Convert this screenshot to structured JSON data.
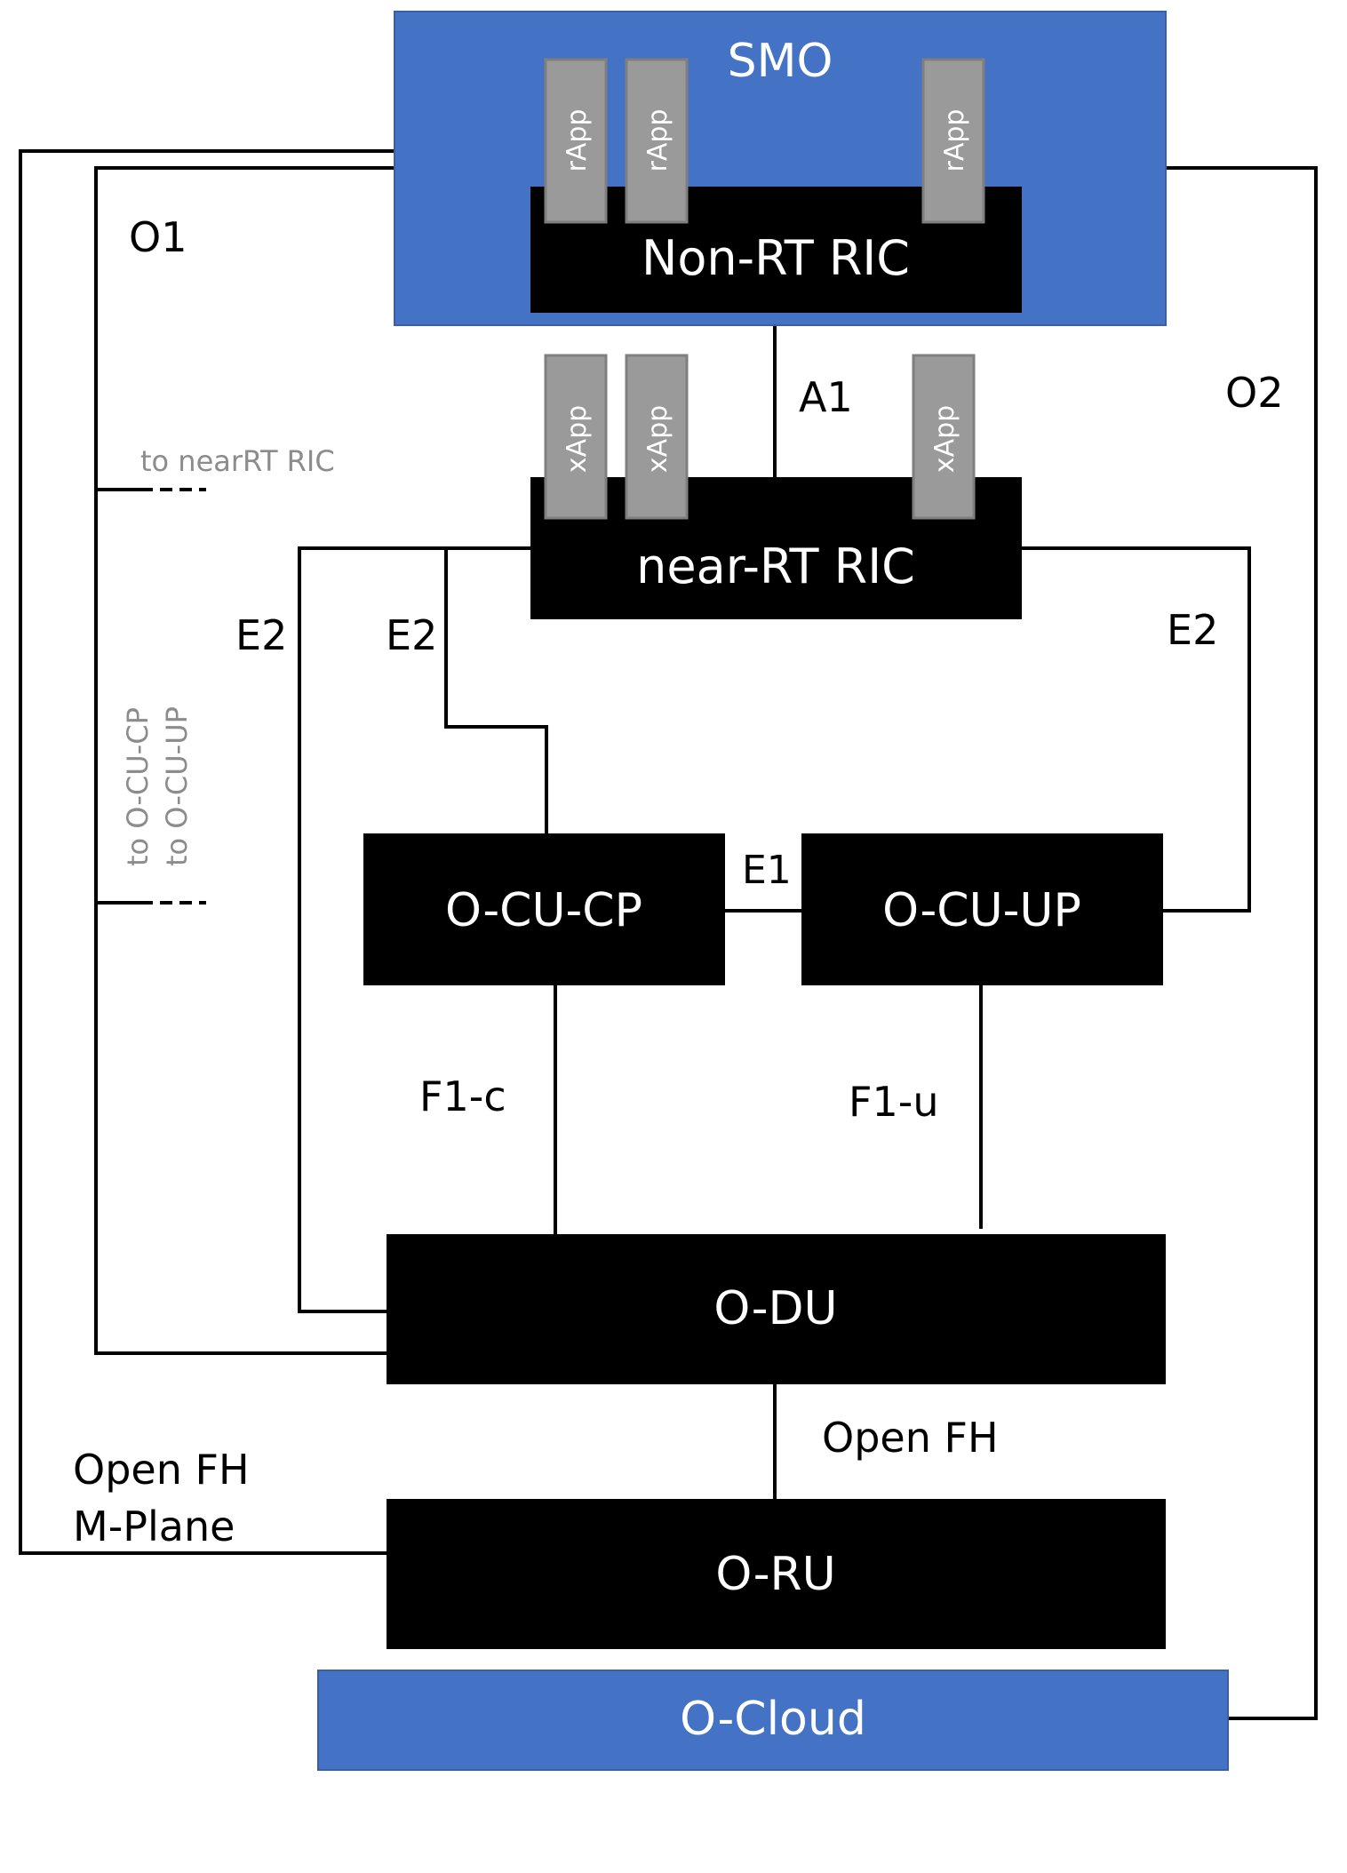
{
  "colors": {
    "blue": "#4472c4",
    "black": "#000000",
    "app_gray": "#9a9a9a",
    "app_border": "#7f7f7f",
    "muted_text": "#8c8c8c",
    "white": "#ffffff"
  },
  "boxes": {
    "smo": "SMO",
    "non_rt_ric": "Non-RT RIC",
    "near_rt_ric": "near-RT RIC",
    "o_cu_cp": "O-CU-CP",
    "o_cu_up": "O-CU-UP",
    "o_du": "O-DU",
    "o_ru": "O-RU",
    "o_cloud": "O-Cloud"
  },
  "apps": {
    "rapps": [
      "rApp",
      "rApp",
      "rApp"
    ],
    "xapps": [
      "xApp",
      "xApp",
      "xApp"
    ]
  },
  "interfaces": {
    "o1": "O1",
    "o2": "O2",
    "a1": "A1",
    "e2_left": "E2",
    "e2_mid": "E2",
    "e2_right": "E2",
    "e1": "E1",
    "f1c": "F1-c",
    "f1u": "F1-u",
    "open_fh": "Open FH",
    "open_fh_mplane_line1": "Open FH",
    "open_fh_mplane_line2": "M-Plane"
  },
  "annotations": {
    "to_near_rt_ric": "to nearRT RIC",
    "to_o_cu_cp": "to O-CU-CP",
    "to_o_cu_up": "to O-CU-UP"
  }
}
